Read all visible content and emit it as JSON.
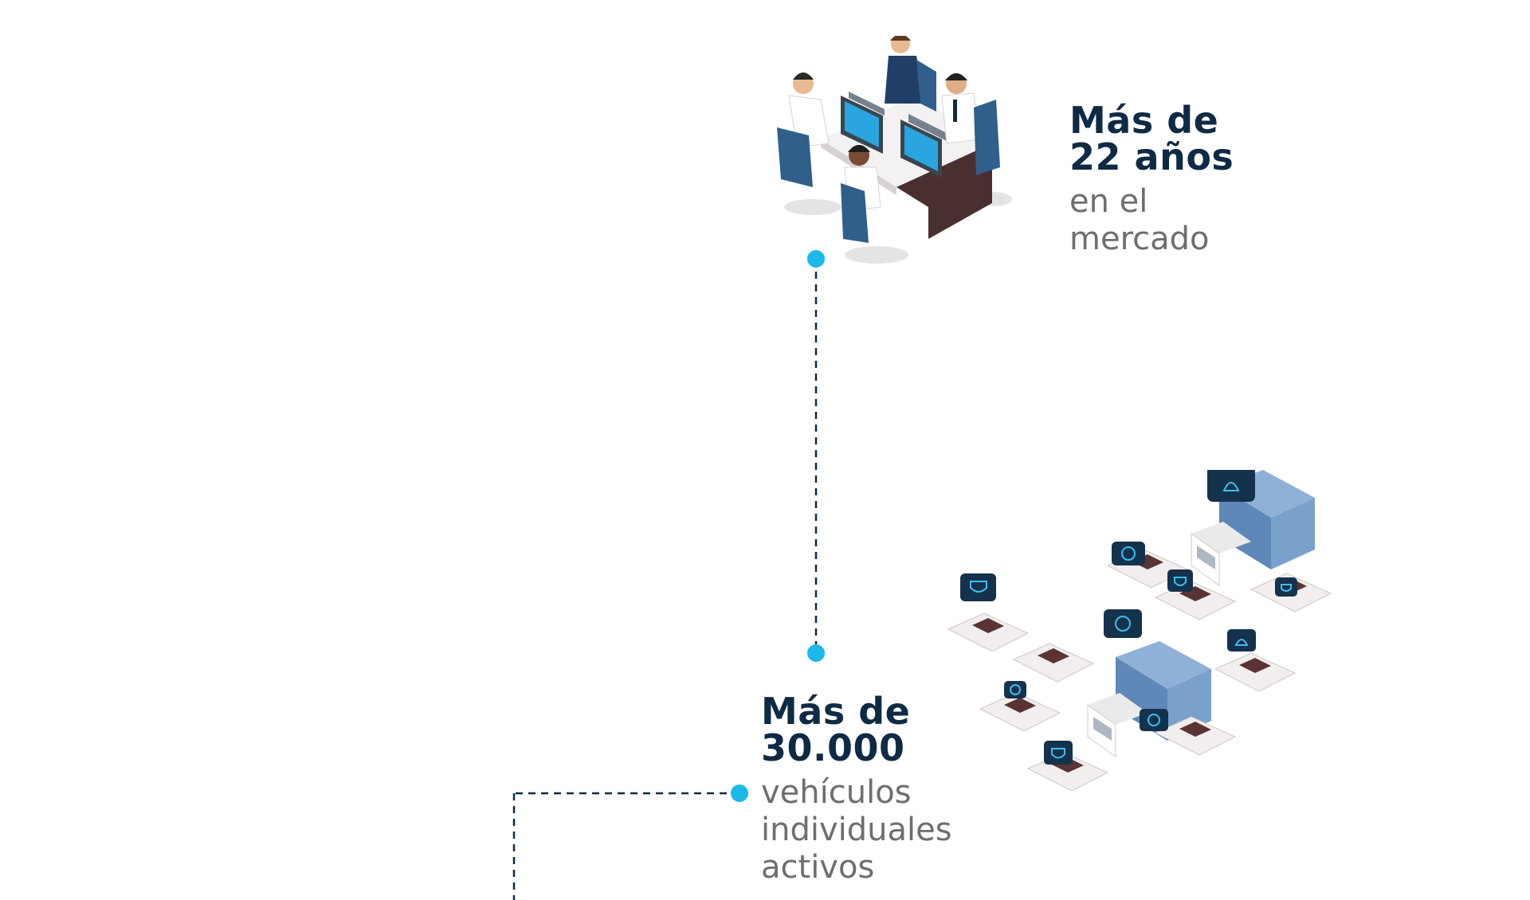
{
  "milestones": [
    {
      "headline": [
        "Más de",
        "22 años"
      ],
      "subline": [
        "en el",
        "mercado"
      ],
      "illustration_icon": "office-team-icon"
    },
    {
      "headline": [
        "Más de",
        "30.000"
      ],
      "subline": [
        "vehículos",
        "individuales",
        "activos"
      ],
      "illustration_icon": "vehicle-fleet-icon"
    }
  ],
  "fleet_badges": [
    "bell-icon",
    "brake-warning-icon",
    "shield-check-icon",
    "alarm-icon"
  ],
  "colors": {
    "navy": "#0f2a44",
    "gray_text": "#6e6e6e",
    "accent_dot": "#1db8ea",
    "badge_bg": "#15324d",
    "chair_blue": "#2f5f8a",
    "truck_blue": "#6f98c8"
  }
}
